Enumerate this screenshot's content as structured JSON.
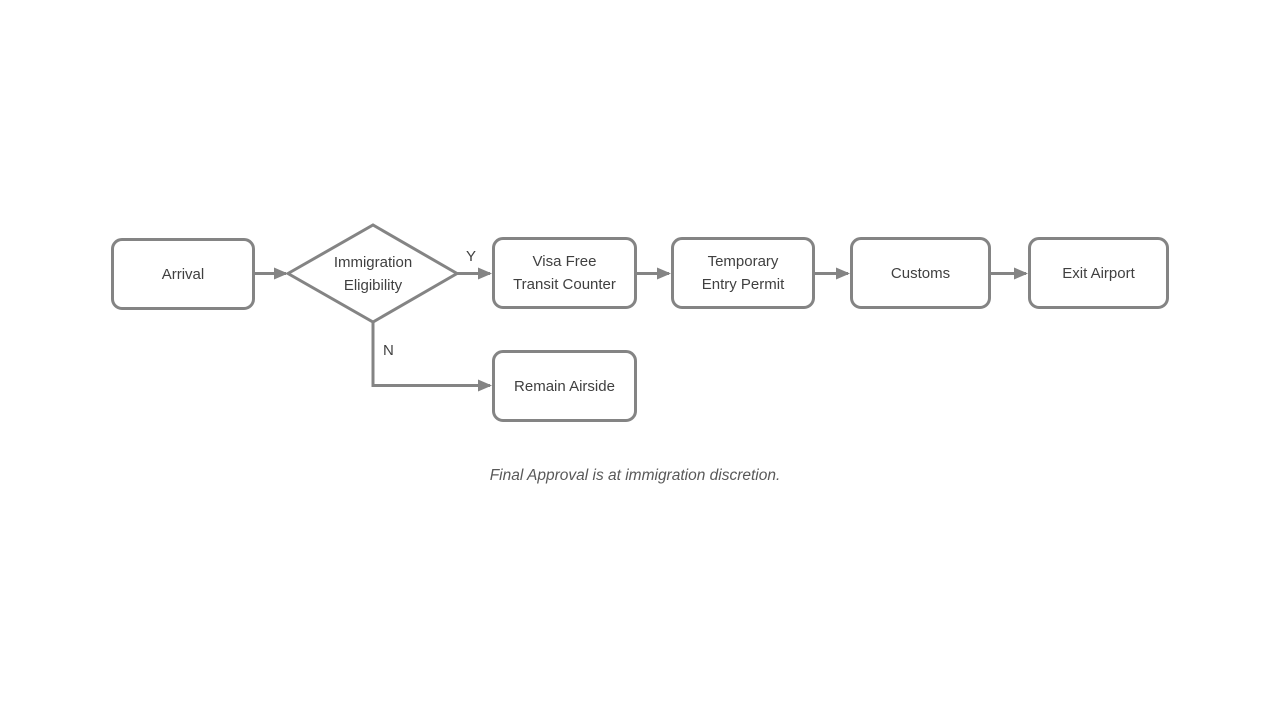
{
  "diagram": {
    "nodes": {
      "arrival": "Arrival",
      "immigration_eligibility": "Immigration\nEligibility",
      "visa_free_transit_counter": "Visa Free\nTransit Counter",
      "temporary_entry_permit": "Temporary\nEntry Permit",
      "customs": "Customs",
      "exit_airport": "Exit Airport",
      "remain_airside": "Remain Airside"
    },
    "branch_labels": {
      "yes": "Y",
      "no": "N"
    },
    "note": "Final Approval is at immigration discretion.",
    "colors": {
      "shape_stroke": "#848484",
      "node_text": "#404040",
      "note_text": "#595959",
      "background": "#ffffff"
    }
  }
}
